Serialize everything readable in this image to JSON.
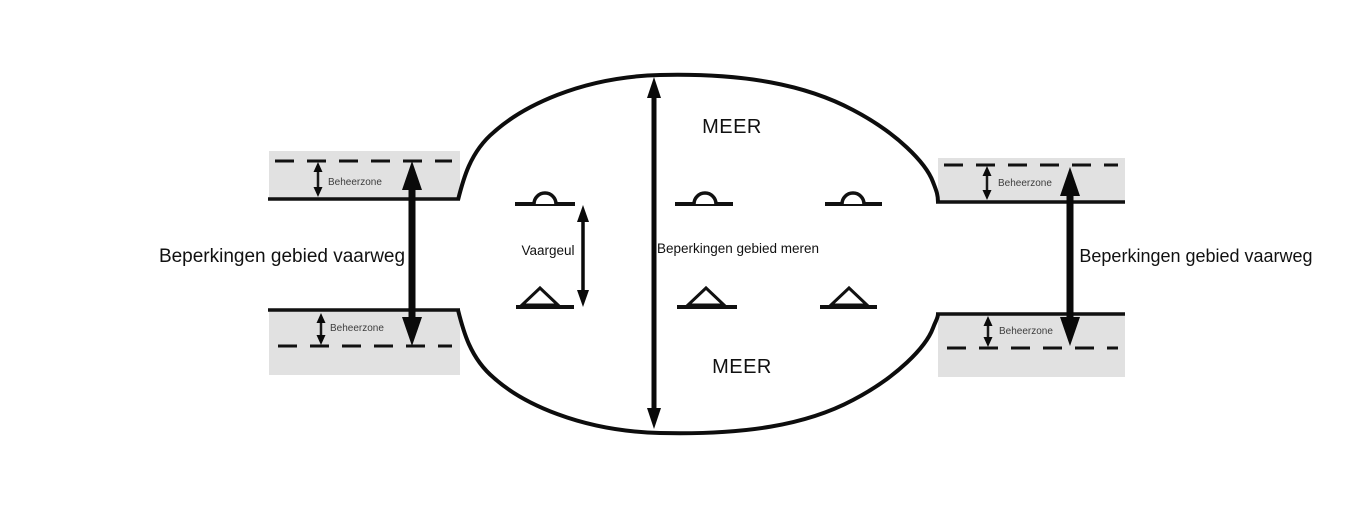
{
  "labels": {
    "restriction_waterway_left": "Beperkingen gebied vaarweg",
    "restriction_waterway_right": "Beperkingen gebied vaarweg",
    "meer_top": "MEER",
    "meer_bottom": "MEER",
    "vaargeul": "Vaargeul",
    "restriction_lakes": "Beperkingen gebied meren",
    "beheerzone_left_top": "Beheerzone",
    "beheerzone_left_bottom": "Beheerzone",
    "beheerzone_right_top": "Beheerzone",
    "beheerzone_right_bottom": "Beheerzone"
  },
  "colors": {
    "ink": "#111111",
    "band_fill": "#e1e1e1",
    "zone_text": "#3d3d3d",
    "background": "#ffffff"
  }
}
